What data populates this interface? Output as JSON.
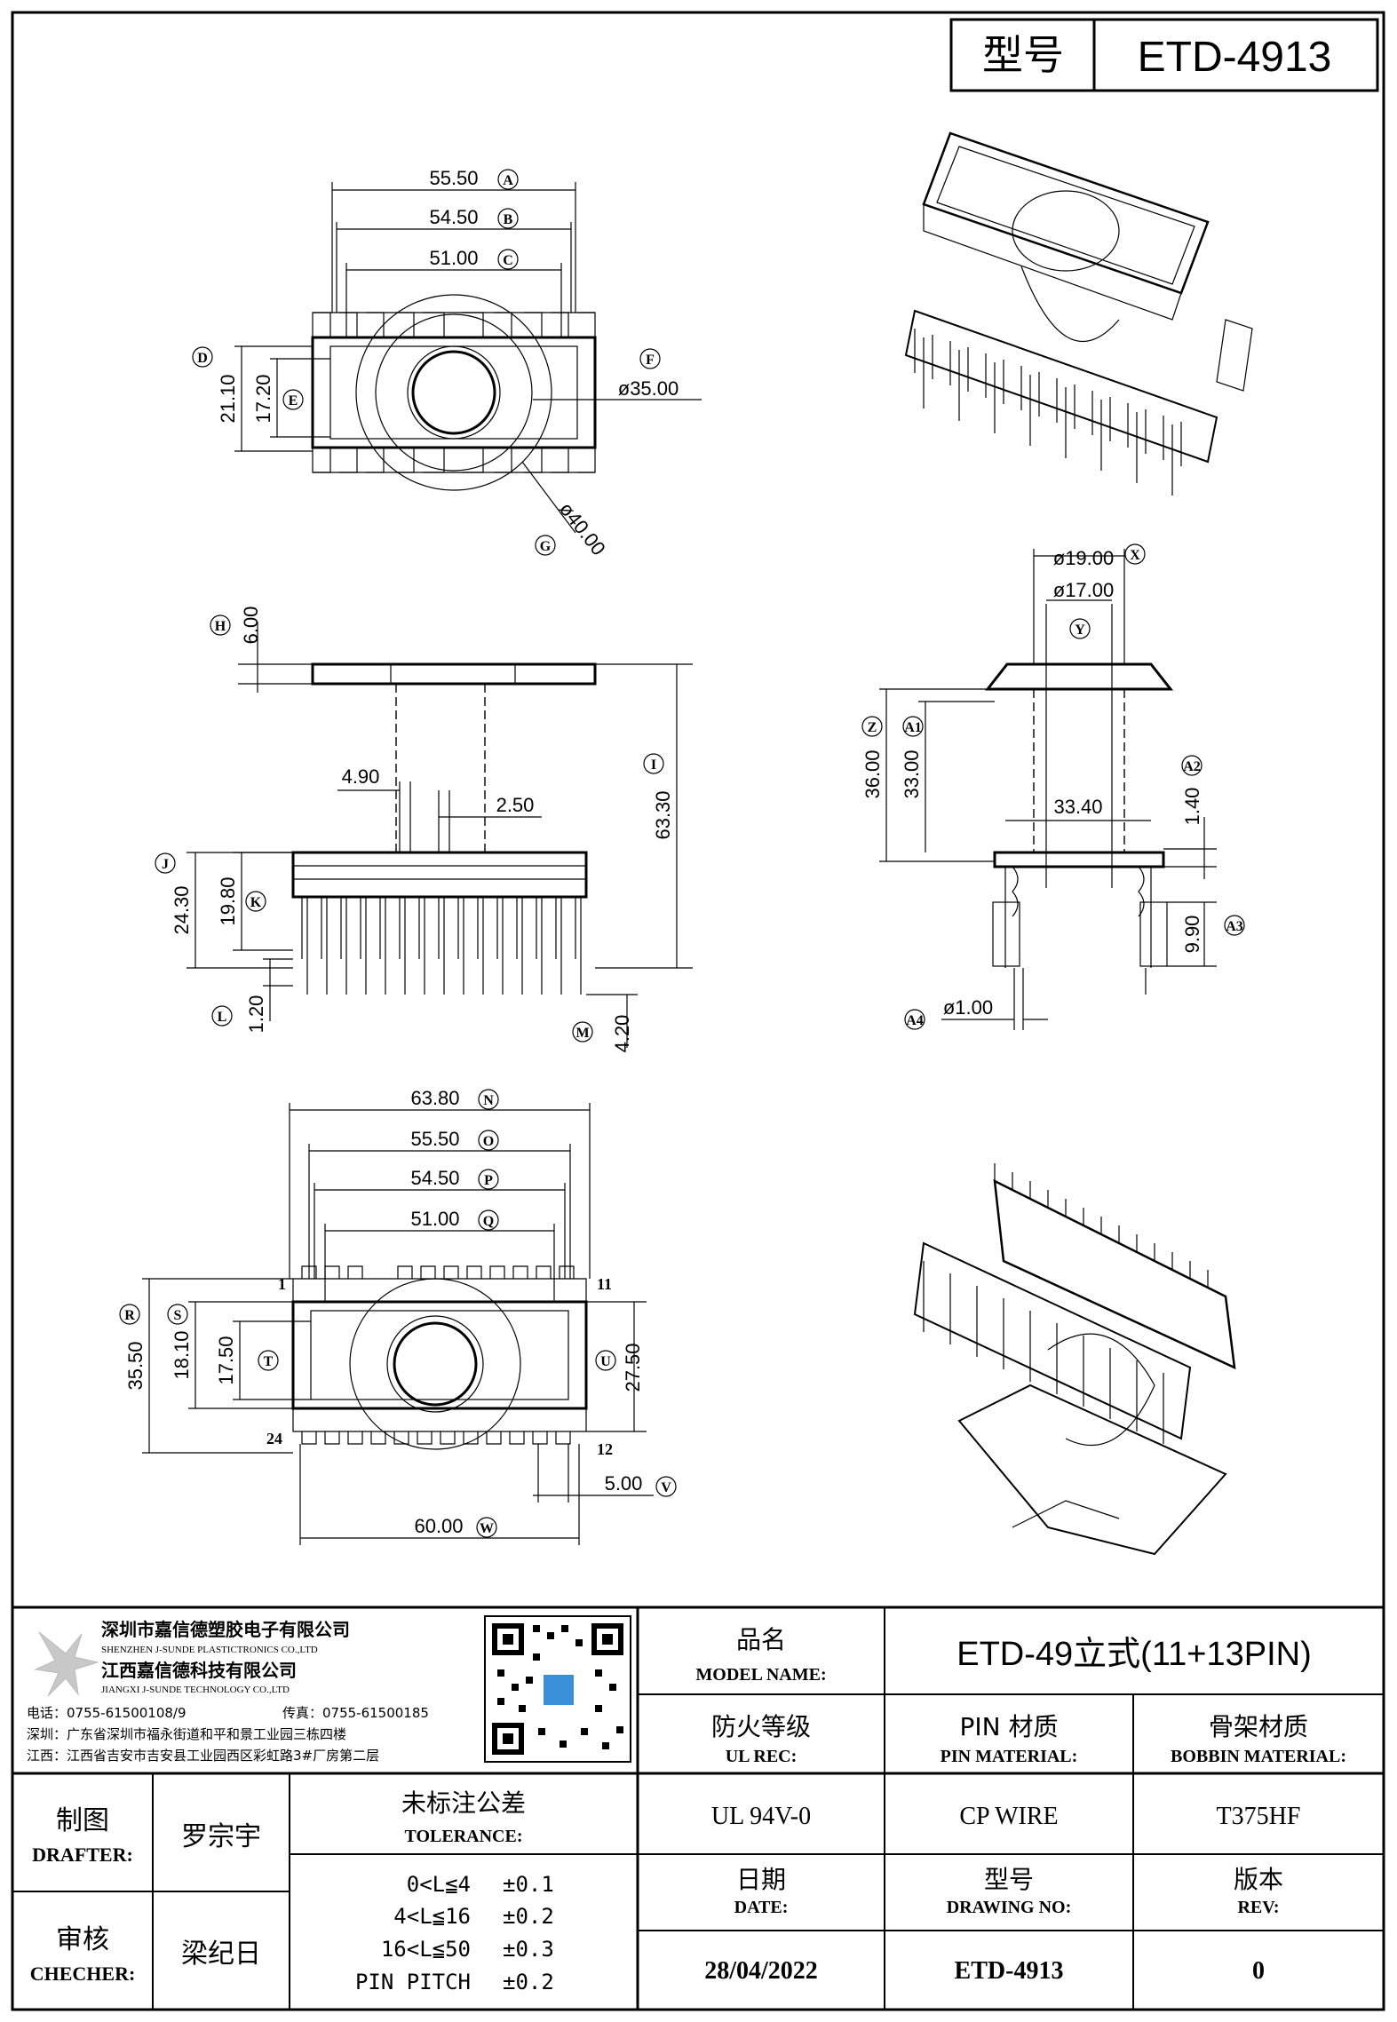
{
  "header": {
    "model_label": "型号",
    "model_value": "ETD-4913"
  },
  "views": {
    "top": {
      "dims": [
        "55.50",
        "54.50",
        "51.00",
        "21.10",
        "17.20",
        "ø35.00",
        "ø40.00"
      ],
      "tags": [
        "A",
        "B",
        "C",
        "D",
        "E",
        "F",
        "G"
      ]
    },
    "front": {
      "dims": [
        "6.00",
        "4.90",
        "2.50",
        "63.30",
        "24.30",
        "19.80",
        "1.20",
        "4.20"
      ],
      "tags": [
        "H",
        "I",
        "J",
        "K",
        "L",
        "M"
      ]
    },
    "side": {
      "dims": [
        "ø19.00",
        "ø17.00",
        "36.00",
        "33.00",
        "33.40",
        "1.40",
        "9.90",
        "ø1.00"
      ],
      "tags": [
        "X",
        "Y",
        "Z",
        "A1",
        "A2",
        "A3",
        "A4"
      ]
    },
    "bottom": {
      "dims": [
        "63.80",
        "55.50",
        "54.50",
        "51.00",
        "35.50",
        "18.10",
        "17.50",
        "27.50",
        "5.00",
        "60.00"
      ],
      "tags": [
        "N",
        "O",
        "P",
        "Q",
        "R",
        "S",
        "T",
        "U",
        "V",
        "W"
      ],
      "pins": [
        "1",
        "11",
        "24",
        "12"
      ]
    }
  },
  "company": {
    "name_cn": "深圳市嘉信德塑胶电子有限公司",
    "name_en": "SHENZHEN J-SUNDE PLASTICTRONICS CO.,LTD",
    "name2_cn": "江西嘉信德科技有限公司",
    "name2_en": "JIANGXI J-SUNDE TECHNOLOGY CO.,LTD",
    "phone": "电话：0755-61500108/9",
    "fax": "传真：0755-61500185",
    "addr_sz": "深圳：广东省深圳市福永街道和平和景工业园三栋四楼",
    "addr_jx": "江西：江西省吉安市吉安县工业园西区彩虹路3#厂房第二层"
  },
  "title_block": {
    "model_name_cn": "品名",
    "model_name_en": "MODEL NAME:",
    "model_name_value": "ETD-49立式(11+13PIN)",
    "ul_cn": "防火等级",
    "ul_en": "UL REC:",
    "ul_value": "UL 94V-0",
    "pin_cn": "PIN 材质",
    "pin_en": "PIN MATERIAL:",
    "pin_value": "CP WIRE",
    "bobbin_cn": "骨架材质",
    "bobbin_en": "BOBBIN MATERIAL:",
    "bobbin_value": "T375HF",
    "drafter_cn": "制图",
    "drafter_en": "DRAFTER:",
    "drafter_value": "罗宗宇",
    "checker_cn": "审核",
    "checker_en": "CHECHER:",
    "checker_value": "梁纪日",
    "tol_cn": "未标注公差",
    "tol_en": "TOLERANCE:",
    "tolerances": [
      {
        "range": "0<L≦4",
        "value": "±0.1"
      },
      {
        "range": "4<L≦16",
        "value": "±0.2"
      },
      {
        "range": "16<L≦50",
        "value": "±0.3"
      },
      {
        "range": "PIN PITCH",
        "value": "±0.2"
      }
    ],
    "date_cn": "日期",
    "date_en": "DATE:",
    "date_value": "28/04/2022",
    "drawing_cn": "型号",
    "drawing_en": "DRAWING NO:",
    "drawing_value": "ETD-4913",
    "rev_cn": "版本",
    "rev_en": "REV:",
    "rev_value": "0"
  }
}
